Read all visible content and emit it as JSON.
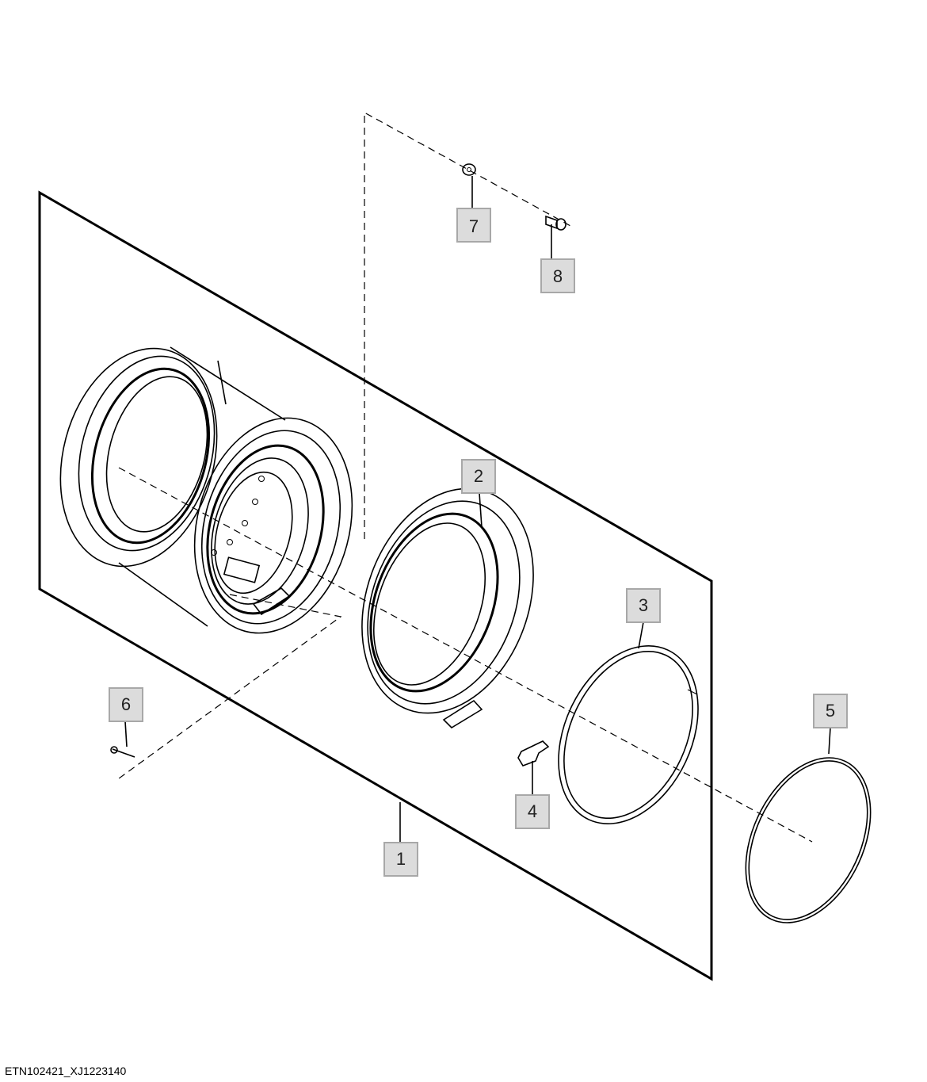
{
  "figure_id": "ETN102421_XJ1223140",
  "callouts": [
    {
      "id": "callout-1",
      "label": "1"
    },
    {
      "id": "callout-2",
      "label": "2"
    },
    {
      "id": "callout-3",
      "label": "3"
    },
    {
      "id": "callout-4",
      "label": "4"
    },
    {
      "id": "callout-5",
      "label": "5"
    },
    {
      "id": "callout-6",
      "label": "6"
    },
    {
      "id": "callout-7",
      "label": "7"
    },
    {
      "id": "callout-8",
      "label": "8"
    }
  ],
  "colors": {
    "line": "#000000",
    "callout_fill": "#dcdcdc",
    "callout_border": "#a8a8a8",
    "background": "#ffffff"
  }
}
